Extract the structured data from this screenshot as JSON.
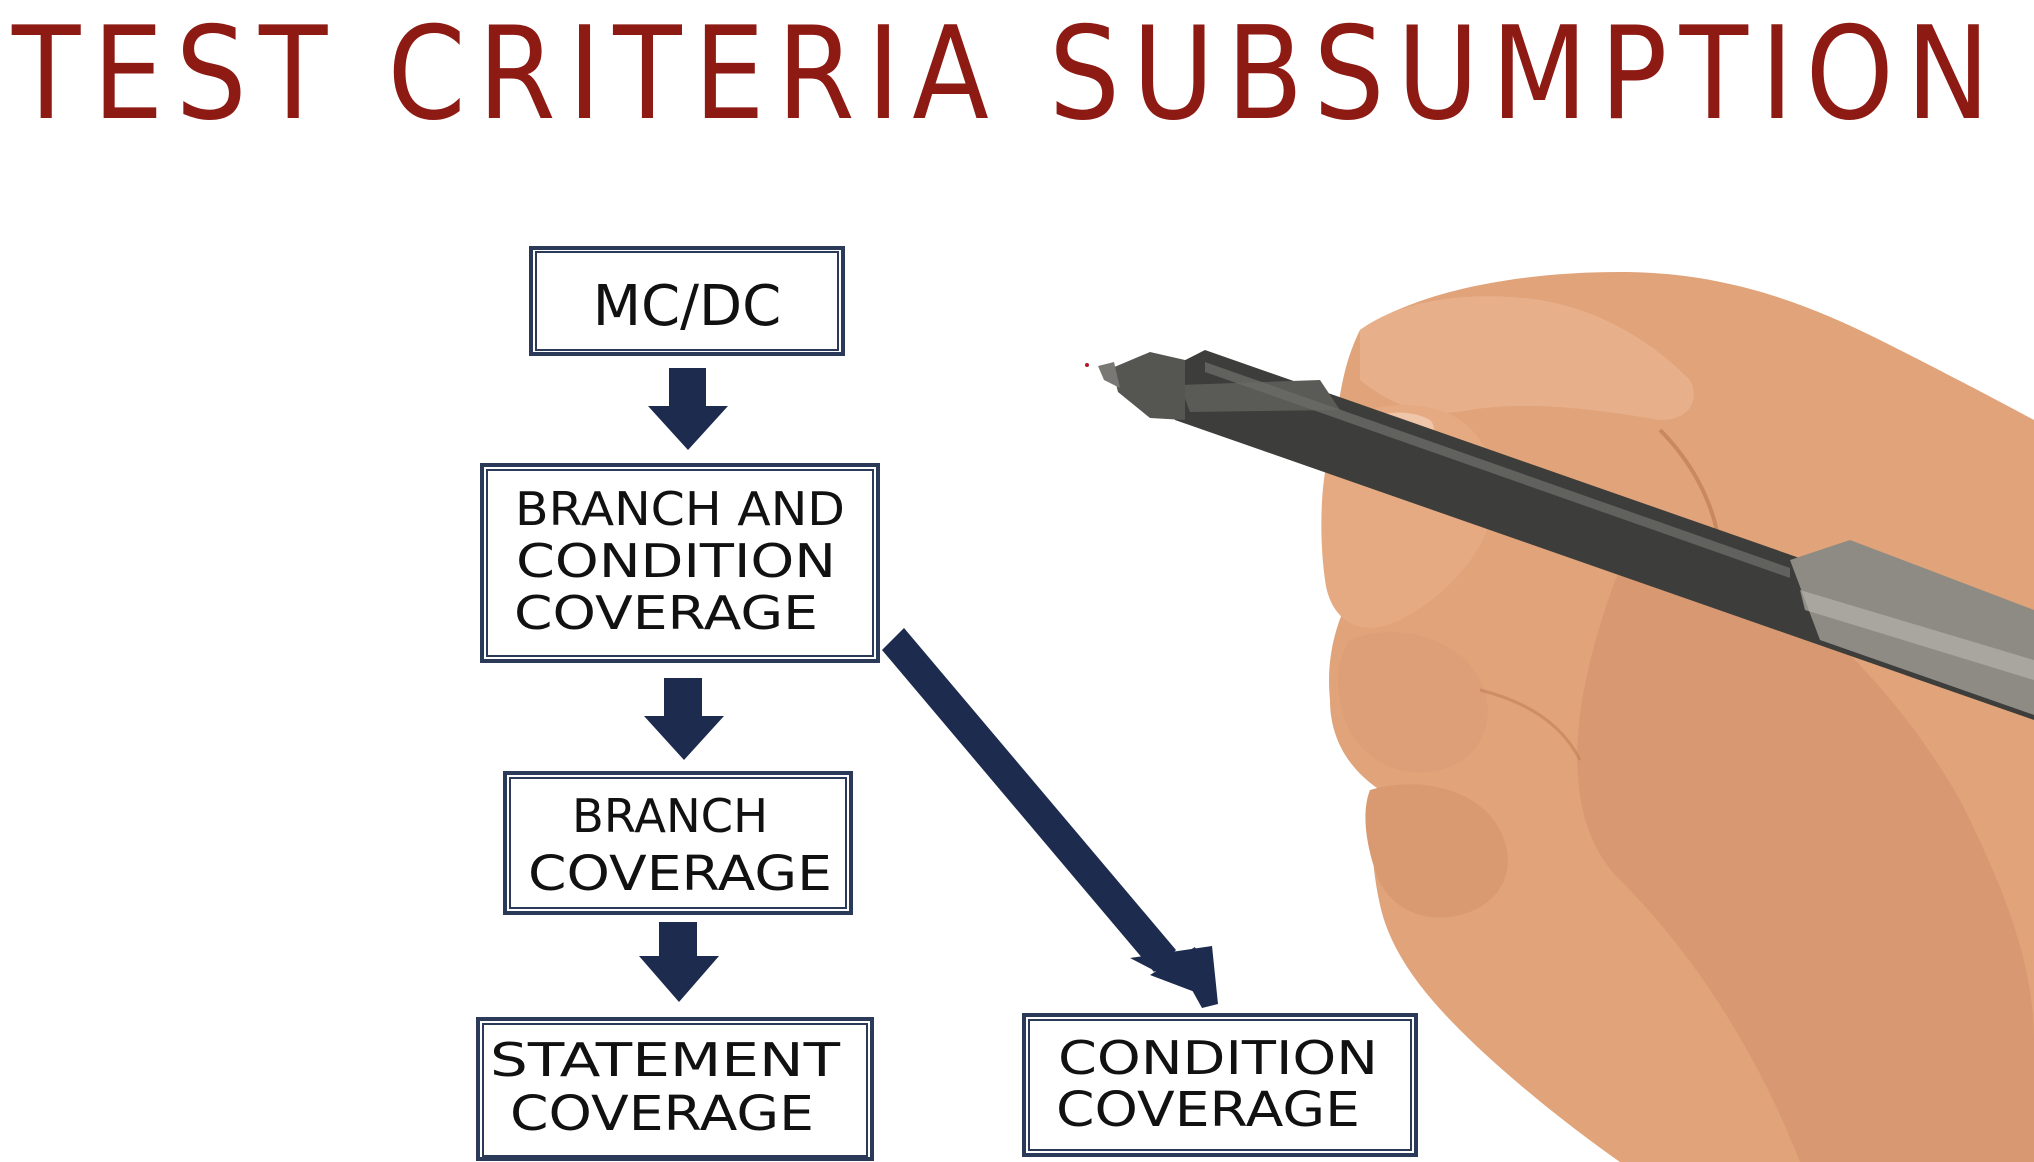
{
  "title": "TEST CRITERIA SUBSUMPTION",
  "boxes": {
    "mcdc": [
      "MC/DC"
    ],
    "branch_condition": [
      "BRANCH AND",
      "CONDITION",
      "COVERAGE"
    ],
    "branch": [
      "BRANCH",
      "COVERAGE"
    ],
    "statement": [
      "STATEMENT",
      "COVERAGE"
    ],
    "condition": [
      "CONDITION",
      "COVERAGE"
    ]
  },
  "colors": {
    "title": "#8e1a14",
    "box_border": "#2a3a58",
    "arrow": "#1c2b4e",
    "text": "#111111",
    "skin": "#e2a77e",
    "pen_body": "#3c3c3a",
    "pen_metal": "#8c8a82"
  },
  "icons": {
    "hand": "hand-holding-pen",
    "pen": "pen-icon"
  }
}
